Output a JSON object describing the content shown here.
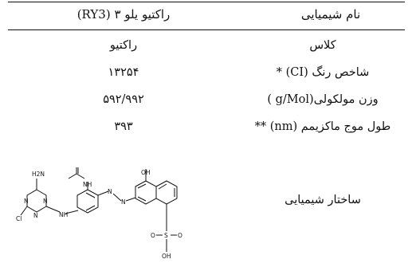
{
  "header": {
    "property_col": "نام شیمیایی",
    "dye_col": "راکتیو یلو ۳ (RY3)"
  },
  "rows": [
    {
      "property": "کلاس",
      "value": "راکتیو"
    },
    {
      "property": "شاخص رنگ (CI) *",
      "value": "۱۳۲۵۴"
    },
    {
      "property": "وزن مولکولی(g/Mol )",
      "value": "۵۹۲/۹۹۲"
    },
    {
      "property": "طول موج ماکزیمم (nm) **",
      "value": "۳۹۳"
    }
  ],
  "structure": {
    "label": "ساختار شیمیایی",
    "atoms": {
      "oh": "OH",
      "o": "O",
      "s": "S",
      "n": "N",
      "nh": "NH",
      "h2n": "H2N",
      "cl": "Cl"
    }
  }
}
